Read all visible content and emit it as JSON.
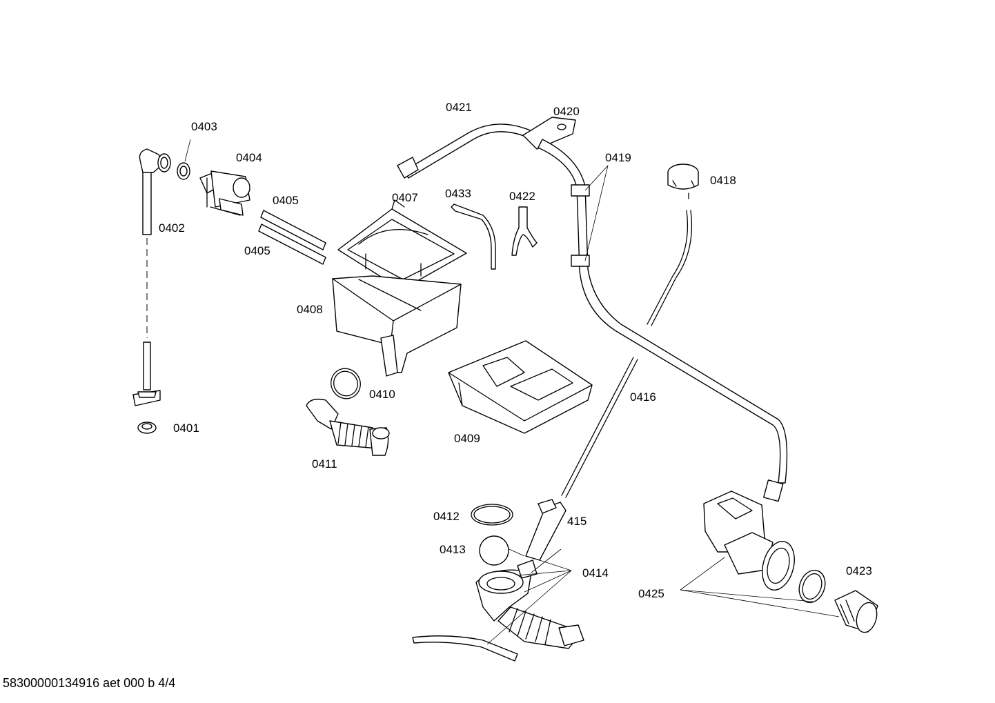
{
  "labels": {
    "l0401": "0401",
    "l0402": "0402",
    "l0403": "0403",
    "l0404": "0404",
    "l0405a": "0405",
    "l0405b": "0405",
    "l0407": "0407",
    "l0408": "0408",
    "l0409": "0409",
    "l0410": "0410",
    "l0411": "0411",
    "l0412": "0412",
    "l0413": "0413",
    "l0414": "0414",
    "l415": "415",
    "l0416": "0416",
    "l0418": "0418",
    "l0419": "0419",
    "l0420": "0420",
    "l0421": "0421",
    "l0422": "0422",
    "l0423": "0423",
    "l0425": "0425",
    "l0433": "0433"
  },
  "footer": "58300000134916 aet 000 b 4/4"
}
